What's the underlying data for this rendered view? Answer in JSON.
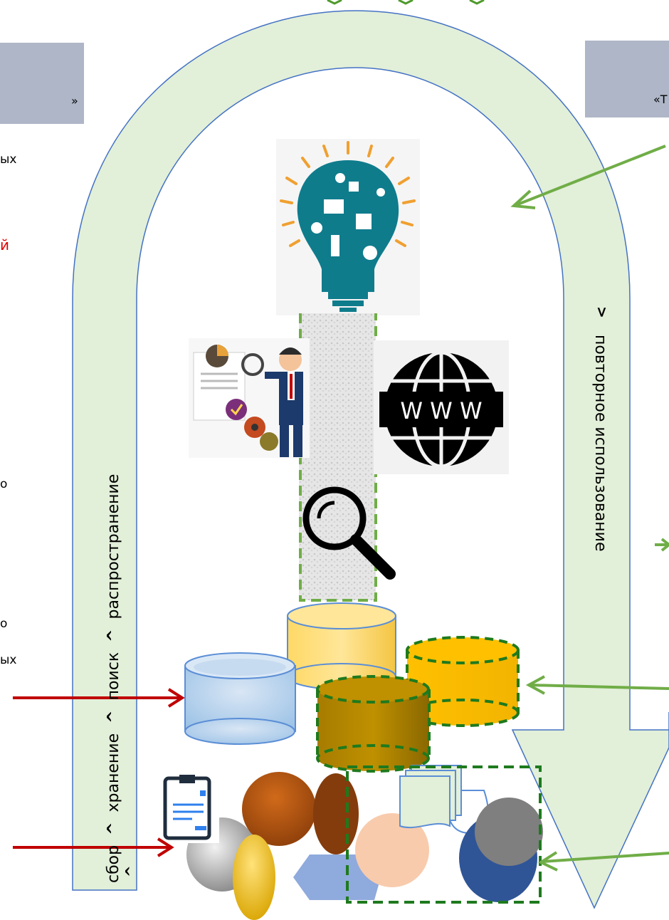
{
  "left_arc_label": {
    "step1": "сбор",
    "sep1": "^",
    "step2": "хранение",
    "sep2": "^",
    "step3": "поиск",
    "sep3": "^",
    "step4": "распространение",
    "start": "^"
  },
  "right_arc_label": {
    "marker": ">",
    "text": "повторное использование"
  },
  "left_box": {
    "fragment": "»"
  },
  "right_box": {
    "fragment": "«Т"
  },
  "left_text_fragments": [
    "ых",
    "й",
    "о",
    "о",
    "ых"
  ],
  "www_label": "W W W",
  "colors": {
    "arc_fill": "#e2efd9",
    "arc_stroke": "#4472c4",
    "green_arrow": "#70ad47",
    "red_arrow": "#c00000",
    "dash_green": "#1e7a1e"
  }
}
